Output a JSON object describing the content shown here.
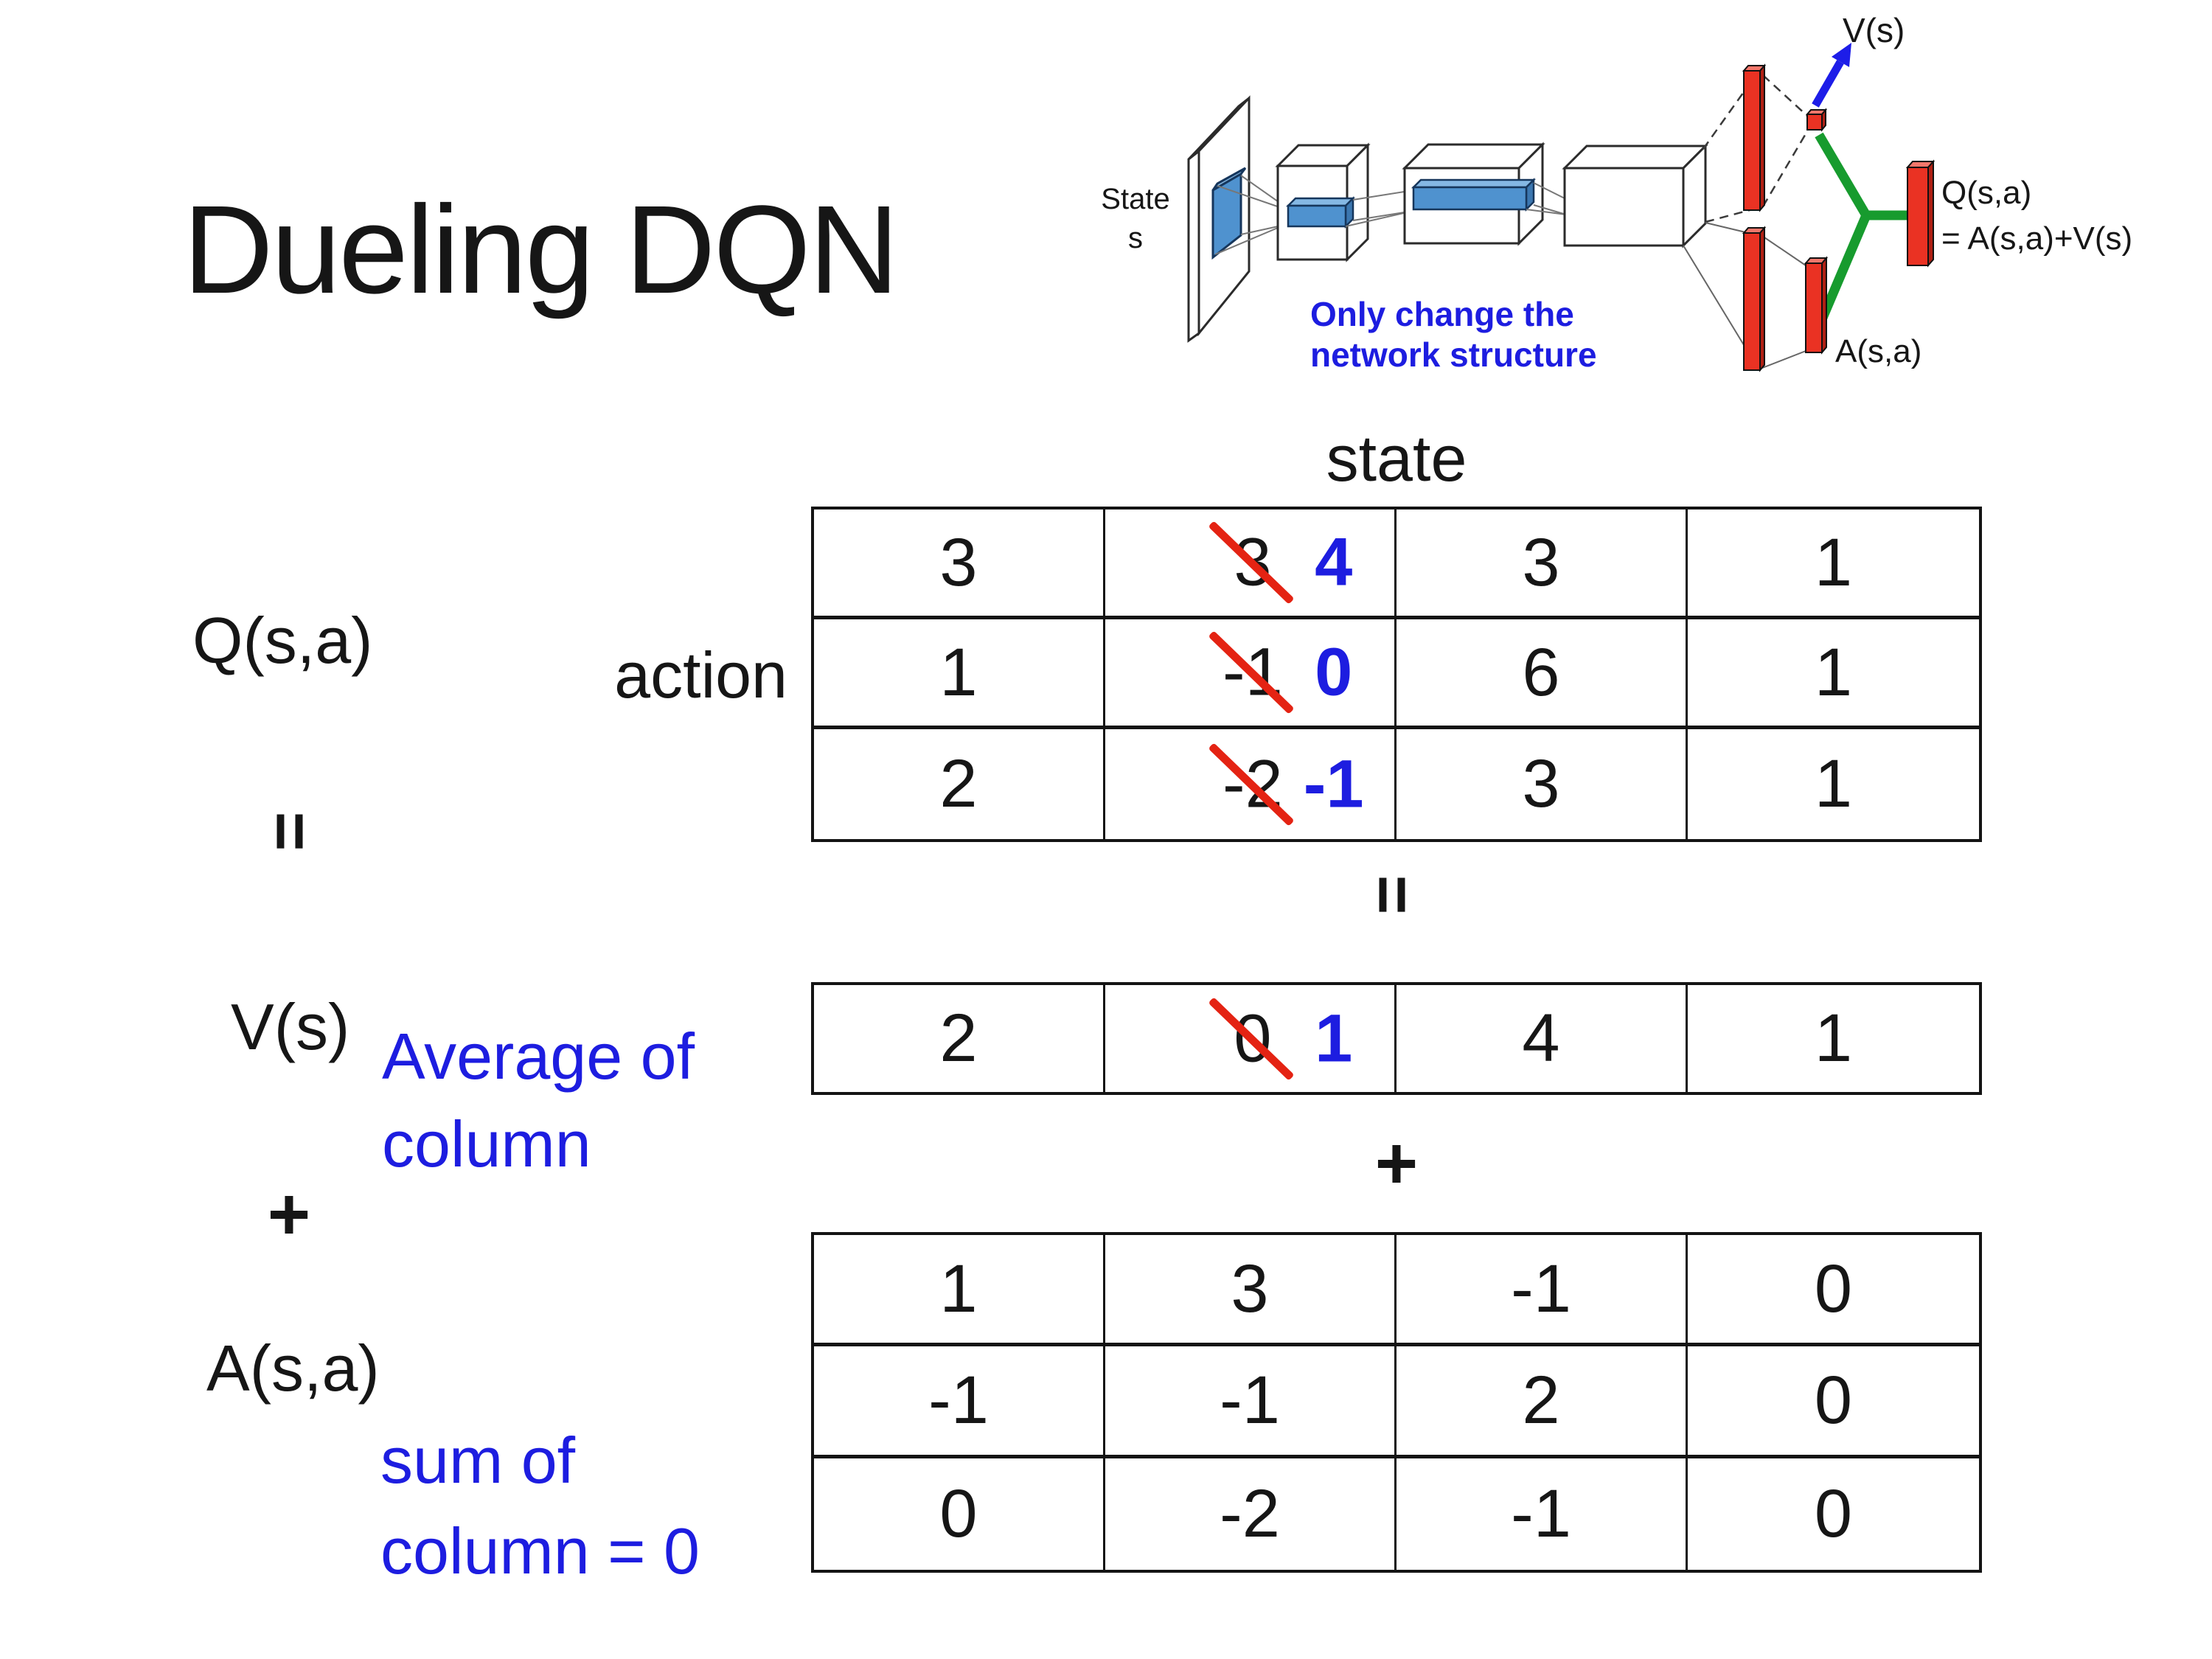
{
  "slide": {
    "title": "Dueling DQN"
  },
  "colors": {
    "background": "#ffffff",
    "text_black": "#161616",
    "annotation_blue": "#1d1de0",
    "strike_red": "#e42313",
    "bar_red": "#ea3223",
    "link_green": "#179b2e",
    "filter_blue": "#4f92cf",
    "arrow_blue": "#1d1de8"
  },
  "diagram": {
    "state_label_line1": "State",
    "state_label_line2": "s",
    "note_line1": "Only change the",
    "note_line2": "network structure",
    "v_output_label": "V(s)",
    "q_output_label": "Q(s,a)",
    "q_output_formula": "= A(s,a)+V(s)",
    "a_output_label": "A(s,a)"
  },
  "equation": {
    "q_label": "Q(s,a)",
    "equals": "=",
    "v_label": "V(s)",
    "plus": "+",
    "a_label": "A(s,a)",
    "action_label": "action",
    "state_label": "state",
    "avg_note_line1": "Average of",
    "avg_note_line2": "column",
    "sum_note_line1": "sum of",
    "sum_note_line2": "column = 0"
  },
  "tables": {
    "q": {
      "rows": [
        {
          "cells": [
            "3",
            {
              "old": "3",
              "new": "4"
            },
            "3",
            "1"
          ]
        },
        {
          "cells": [
            "1",
            {
              "old": "-1",
              "new": "0"
            },
            "6",
            "1"
          ]
        },
        {
          "cells": [
            "2",
            {
              "old": "-2",
              "new": "-1"
            },
            "3",
            "1"
          ]
        }
      ]
    },
    "v": {
      "rows": [
        {
          "cells": [
            "2",
            {
              "old": "0",
              "new": "1"
            },
            "4",
            "1"
          ]
        }
      ]
    },
    "a": {
      "rows": [
        {
          "cells": [
            "1",
            "3",
            "-1",
            "0"
          ]
        },
        {
          "cells": [
            "-1",
            "-1",
            "2",
            "0"
          ]
        },
        {
          "cells": [
            "0",
            "-2",
            "-1",
            "0"
          ]
        }
      ]
    }
  }
}
